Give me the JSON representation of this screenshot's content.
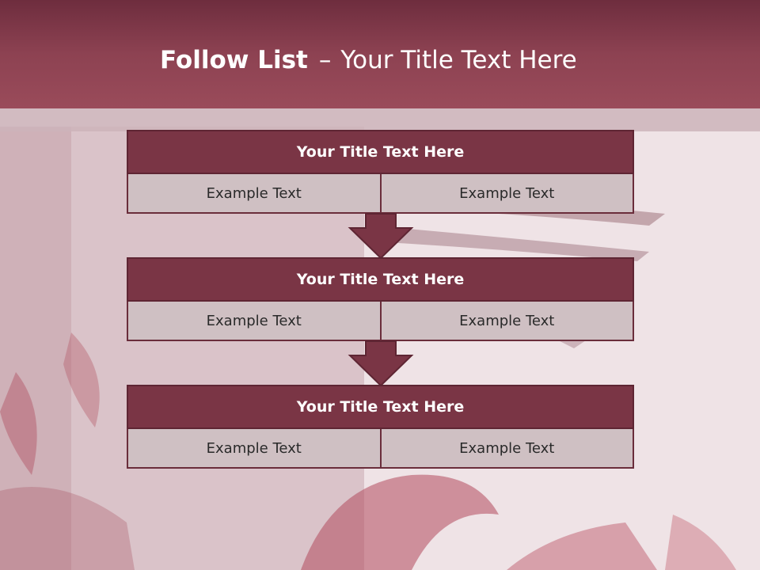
{
  "slide": {
    "title_bold": "Follow List",
    "title_separator": "–",
    "title_rest": "Your Title Text Here"
  },
  "steps": [
    {
      "title": "Your Title Text Here",
      "left": "Example Text",
      "right": "Example Text"
    },
    {
      "title": "Your Title Text Here",
      "left": "Example Text",
      "right": "Example Text"
    },
    {
      "title": "Your Title Text Here",
      "left": "Example Text",
      "right": "Example Text"
    }
  ],
  "colors": {
    "header": "#8d4252",
    "step_header": "#7a3545",
    "cell": "#cfc0c3",
    "arrow": "#7a3545"
  },
  "icons": [
    "down-arrow-icon"
  ]
}
